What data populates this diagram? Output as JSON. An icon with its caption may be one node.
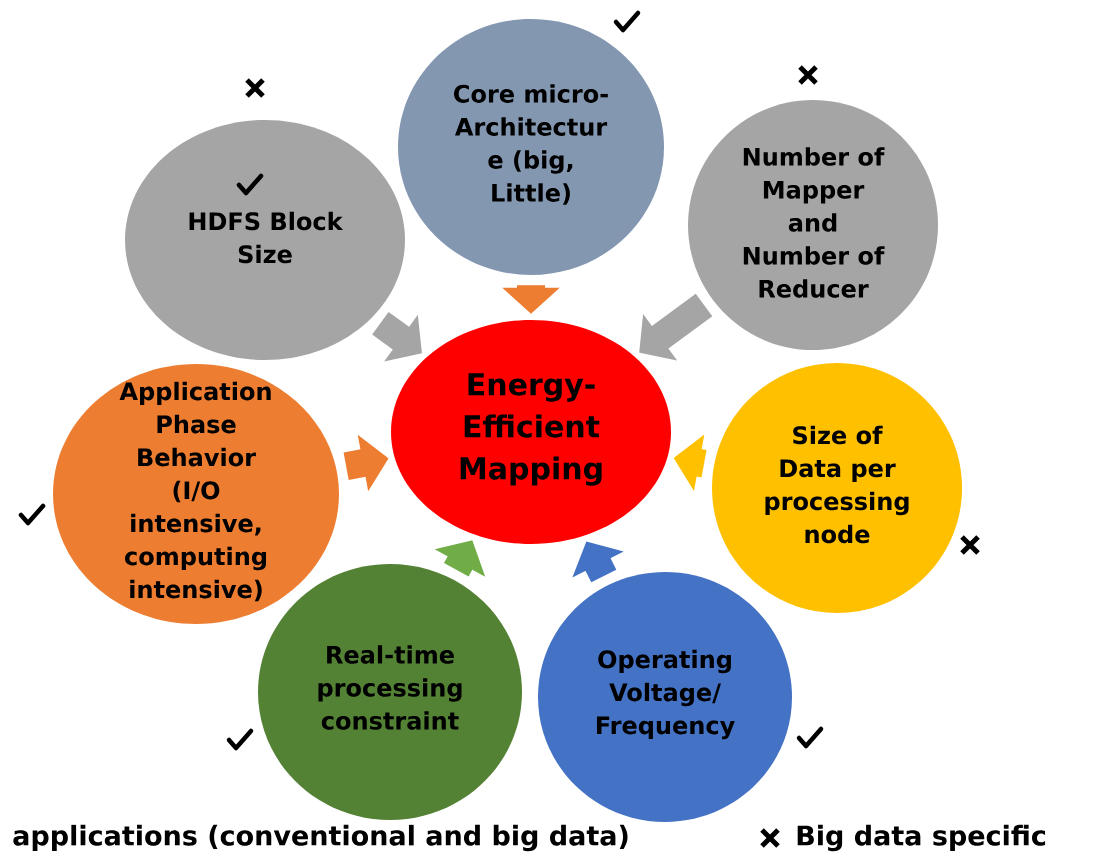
{
  "diagram": {
    "nodes": [
      {
        "text": [
          "Core micro- Architectur e (big, Little)"
        ]
      },
      {
        "text": [
          "HDFS Block Size"
        ]
      },
      {
        "text": [
          "Number of Mapper and Number of Reducer"
        ]
      },
      {
        "text": [
          "Application Phase Behavior (I/O intensive, computing intensive)"
        ]
      },
      {
        "text": [
          "Energy- Efficient Mapping"
        ]
      },
      {
        "text": [
          "Size of Data per processing node"
        ]
      },
      {
        "text": [
          "Real-time processing constraint"
        ]
      },
      {
        "text": [
          "Operating Voltage/ Frequency"
        ]
      }
    ],
    "edges": [
      {
        "from": 0,
        "to": 4,
        "arrow": "to",
        "color": "#ed7d31"
      },
      {
        "from": 1,
        "to": 4,
        "arrow": "to",
        "color": "#a5a5a5"
      },
      {
        "from": 2,
        "to": 4,
        "arrow": "to",
        "color": "#a5a5a5"
      },
      {
        "from": 3,
        "to": 4,
        "arrow": "to",
        "color": "#ed7d31"
      },
      {
        "from": 5,
        "to": 4,
        "arrow": "to",
        "color": "#ffc000"
      },
      {
        "from": 6,
        "to": 4,
        "arrow": "to",
        "color": "#70ad47"
      },
      {
        "from": 7,
        "to": 4,
        "arrow": "to",
        "color": "#4472c4"
      }
    ],
    "labels": [
      "applications (conventional and big data)"
    ],
    "legend": [
      {
        "text": "Big data specific"
      }
    ]
  }
}
